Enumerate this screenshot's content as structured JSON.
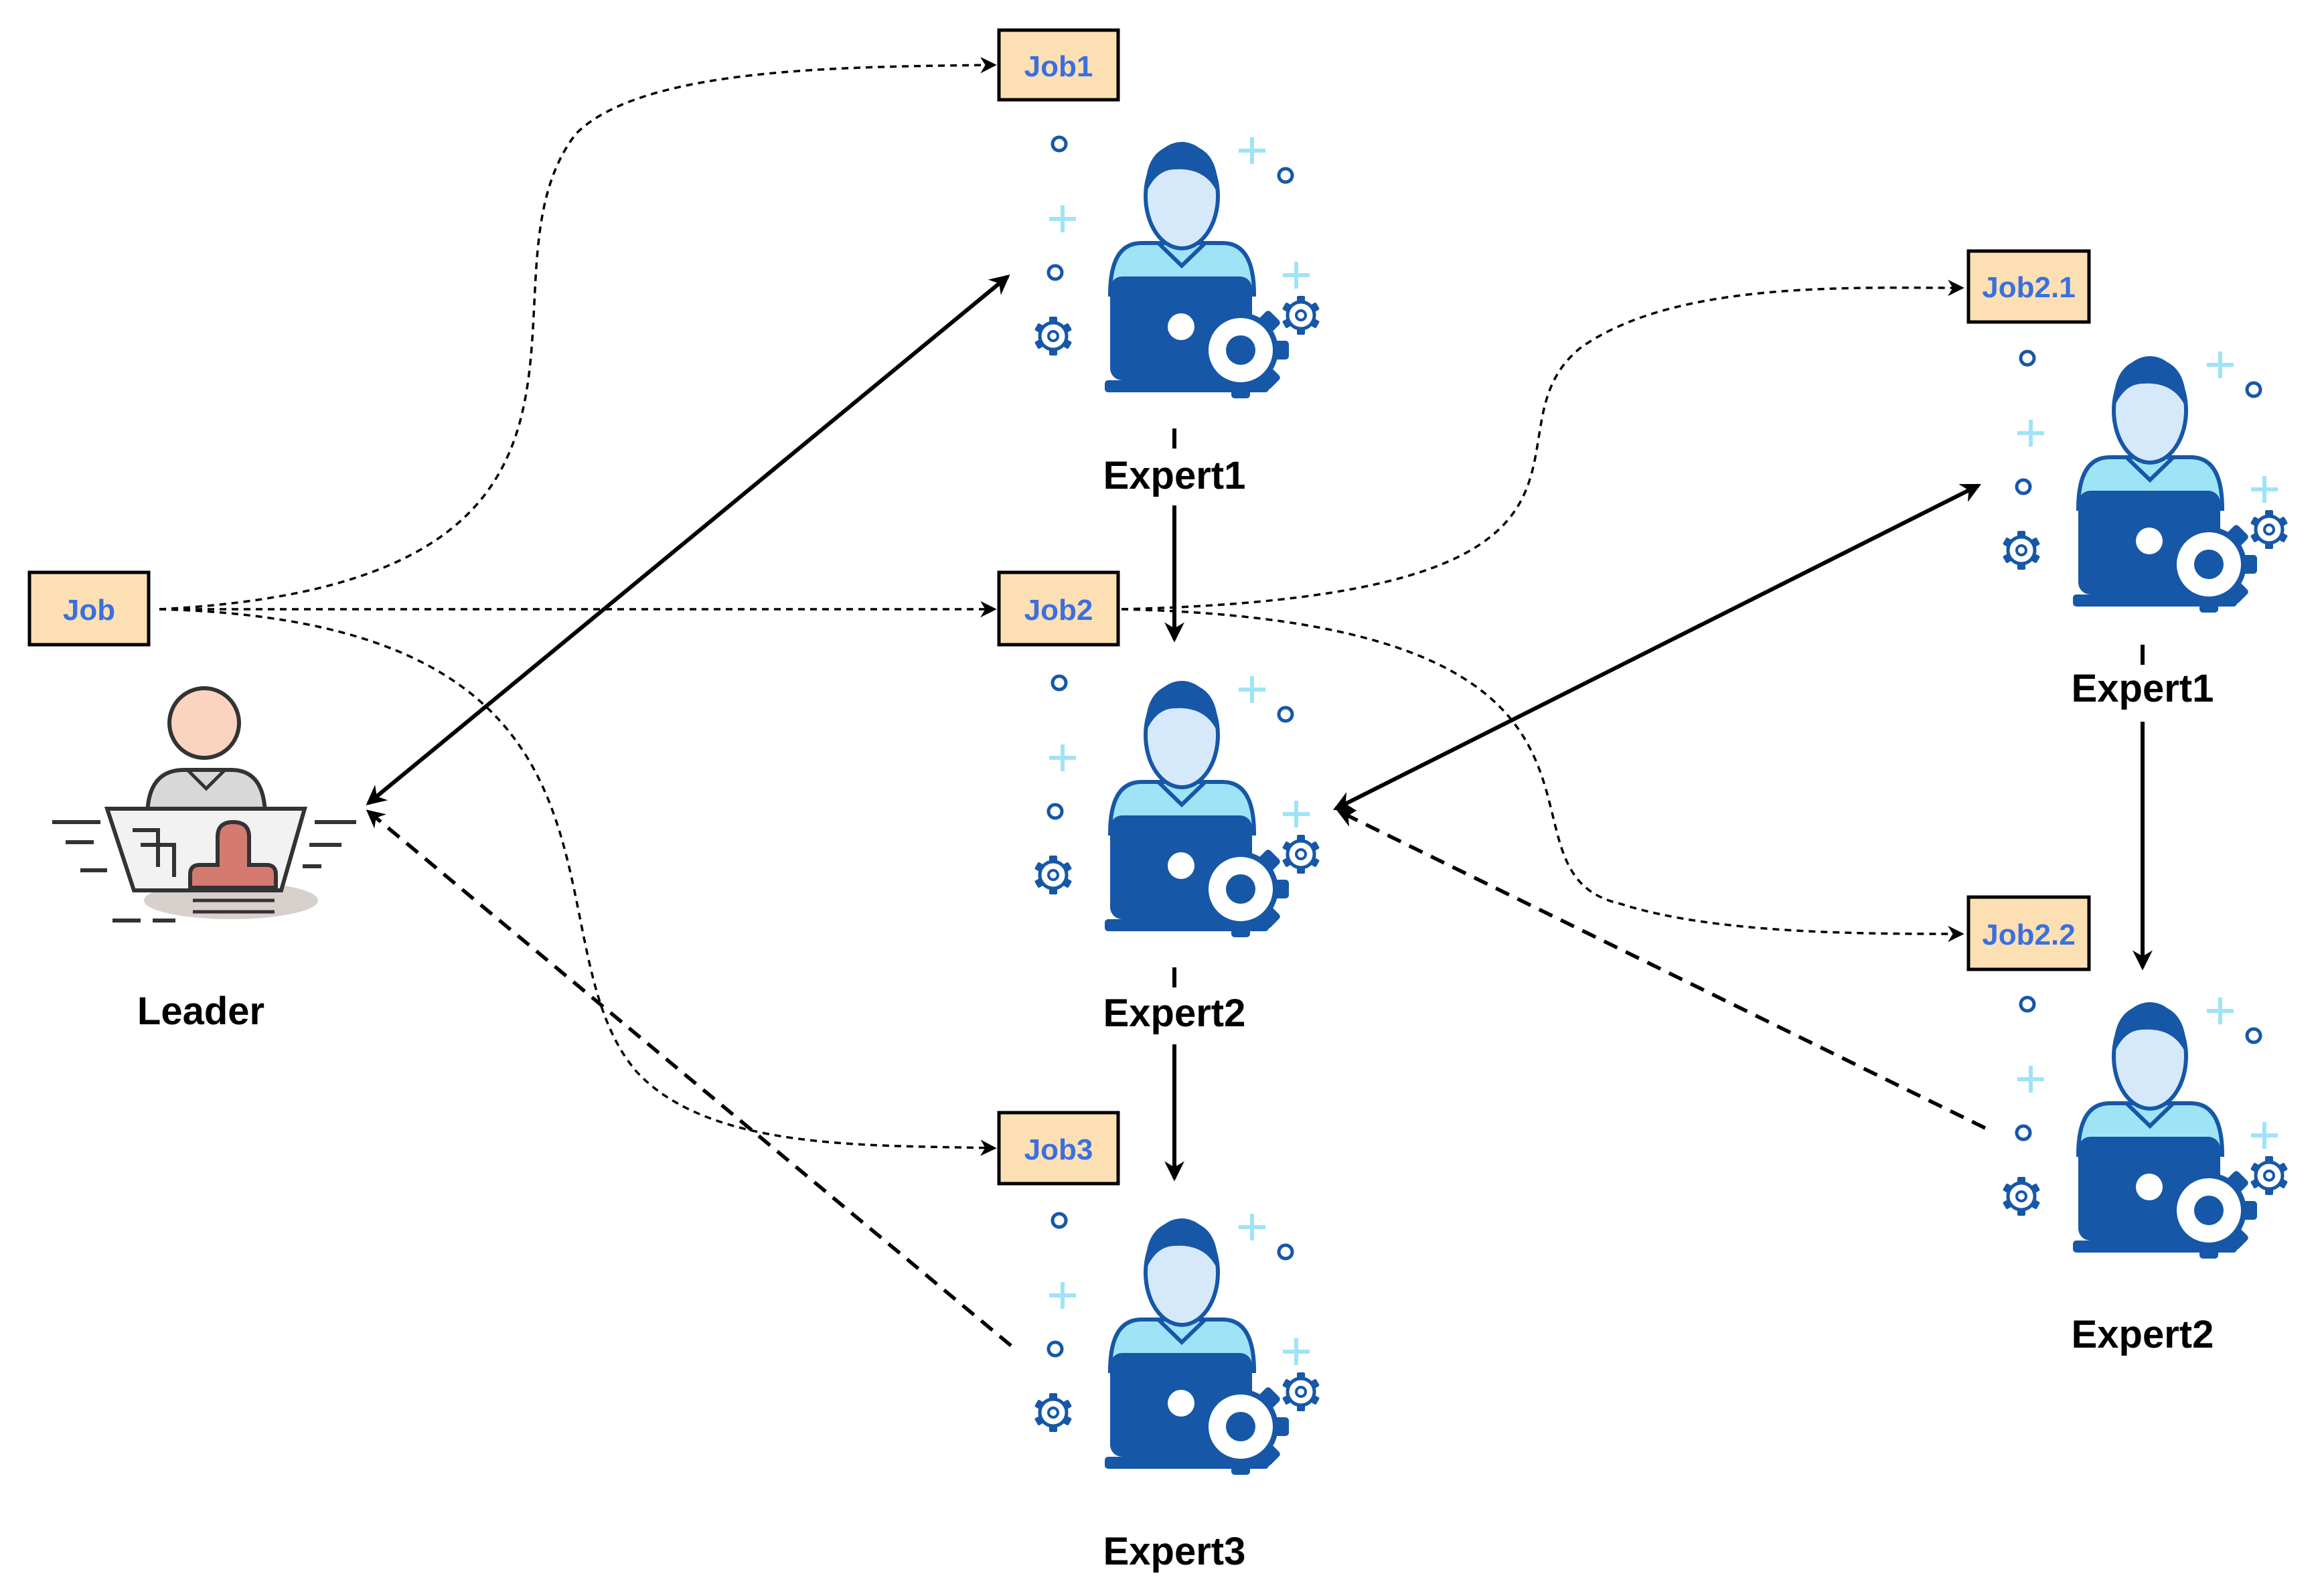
{
  "nodes": {
    "leader": {
      "label": "Leader"
    },
    "expert1": {
      "label": "Expert1"
    },
    "expert2": {
      "label": "Expert2"
    },
    "expert3": {
      "label": "Expert3"
    },
    "sub_expert1": {
      "label": "Expert1"
    },
    "sub_expert2": {
      "label": "Expert2"
    }
  },
  "jobs": {
    "job": "Job",
    "job1": "Job1",
    "job2": "Job2",
    "job3": "Job3",
    "job2_1": "Job2.1",
    "job2_2": "Job2.2"
  },
  "icons": {
    "leader": "leader-stamp-icon",
    "expert": "expert-laptop-icon"
  },
  "colors": {
    "job_fill": "#fce0b3",
    "job_text": "#3b6fe0",
    "expert_dark": "#1657a7",
    "expert_light": "#9fe3f7",
    "expert_face": "#d6e9fb",
    "leader_face": "#fbd4c0",
    "leader_stamp": "#d57a70"
  }
}
